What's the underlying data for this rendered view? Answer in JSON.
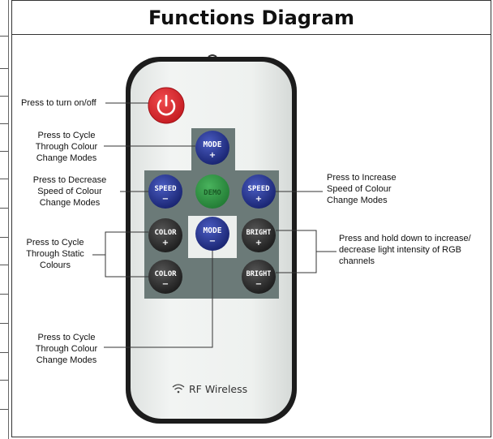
{
  "title": "Functions Diagram",
  "annotations": {
    "power": "Press to turn on/off",
    "mode_up": "Press to Cycle\nThrough Colour\nChange Modes",
    "speed_down": "Press to Decrease\nSpeed of Colour\nChange Modes",
    "speed_up": "Press to Increase\nSpeed of Colour\nChange Modes",
    "color": "Press to Cycle\nThrough Static\nColours",
    "bright": "Press and hold down to increase/\ndecrease light intensity of RGB\nchannels",
    "mode_down": "Press to Cycle\nThrough Colour\nChange Modes"
  },
  "buttons": {
    "mode_plus": {
      "label": "MODE",
      "sign": "+"
    },
    "speed_minus": {
      "label": "SPEED",
      "sign": "−"
    },
    "demo": {
      "label": "DEMO"
    },
    "speed_plus": {
      "label": "SPEED",
      "sign": "+"
    },
    "color_plus": {
      "label": "COLOR",
      "sign": "+"
    },
    "mode_minus": {
      "label": "MODE",
      "sign": "−"
    },
    "bright_plus": {
      "label": "BRIGHT",
      "sign": "+"
    },
    "color_minus": {
      "label": "COLOR",
      "sign": "−"
    },
    "bright_minus": {
      "label": "BRIGHT",
      "sign": "−"
    }
  },
  "remote_brand": "RF Wireless",
  "colors": {
    "power_red": "#e0282d",
    "button_blue": "#20308f",
    "demo_green": "#2f9a45",
    "dark_button": "#2e2e2e",
    "panel_gray": "#6b7a78",
    "remote_body": "#ecefed"
  }
}
